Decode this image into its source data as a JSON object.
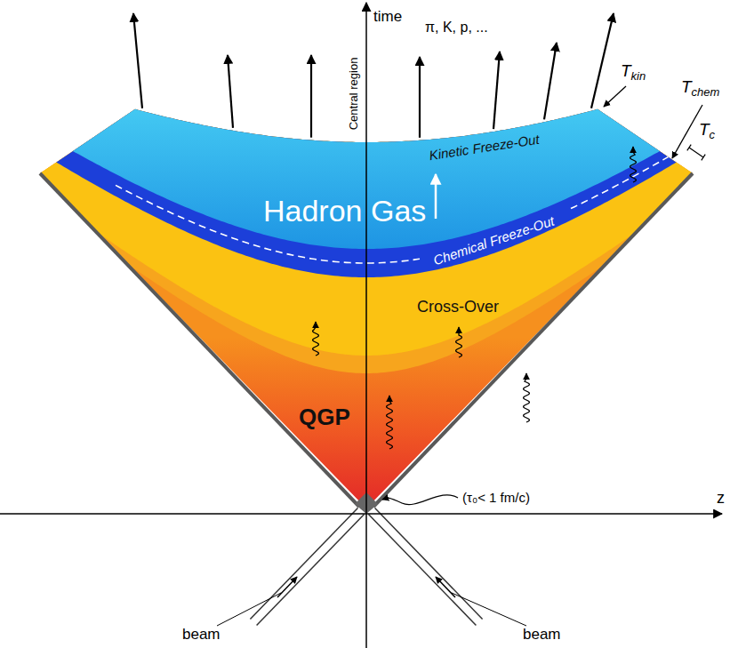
{
  "diagram": {
    "nodes": [
      {
        "text": [
          "Hadron Gas"
        ]
      },
      {
        "text": [
          "Chemical Freeze-Out"
        ]
      },
      {
        "text": [
          "Cross-Over"
        ]
      },
      {
        "text": [
          "QGP"
        ]
      }
    ],
    "labels": [
      "time",
      "Central region",
      "π, K, p, ...",
      "T",
      "kin",
      "T",
      "chem",
      "T",
      "c",
      "Kinetic Freeze-Out",
      "(τ₀< 1 fm/c)",
      "z",
      "beam",
      "beam"
    ]
  }
}
